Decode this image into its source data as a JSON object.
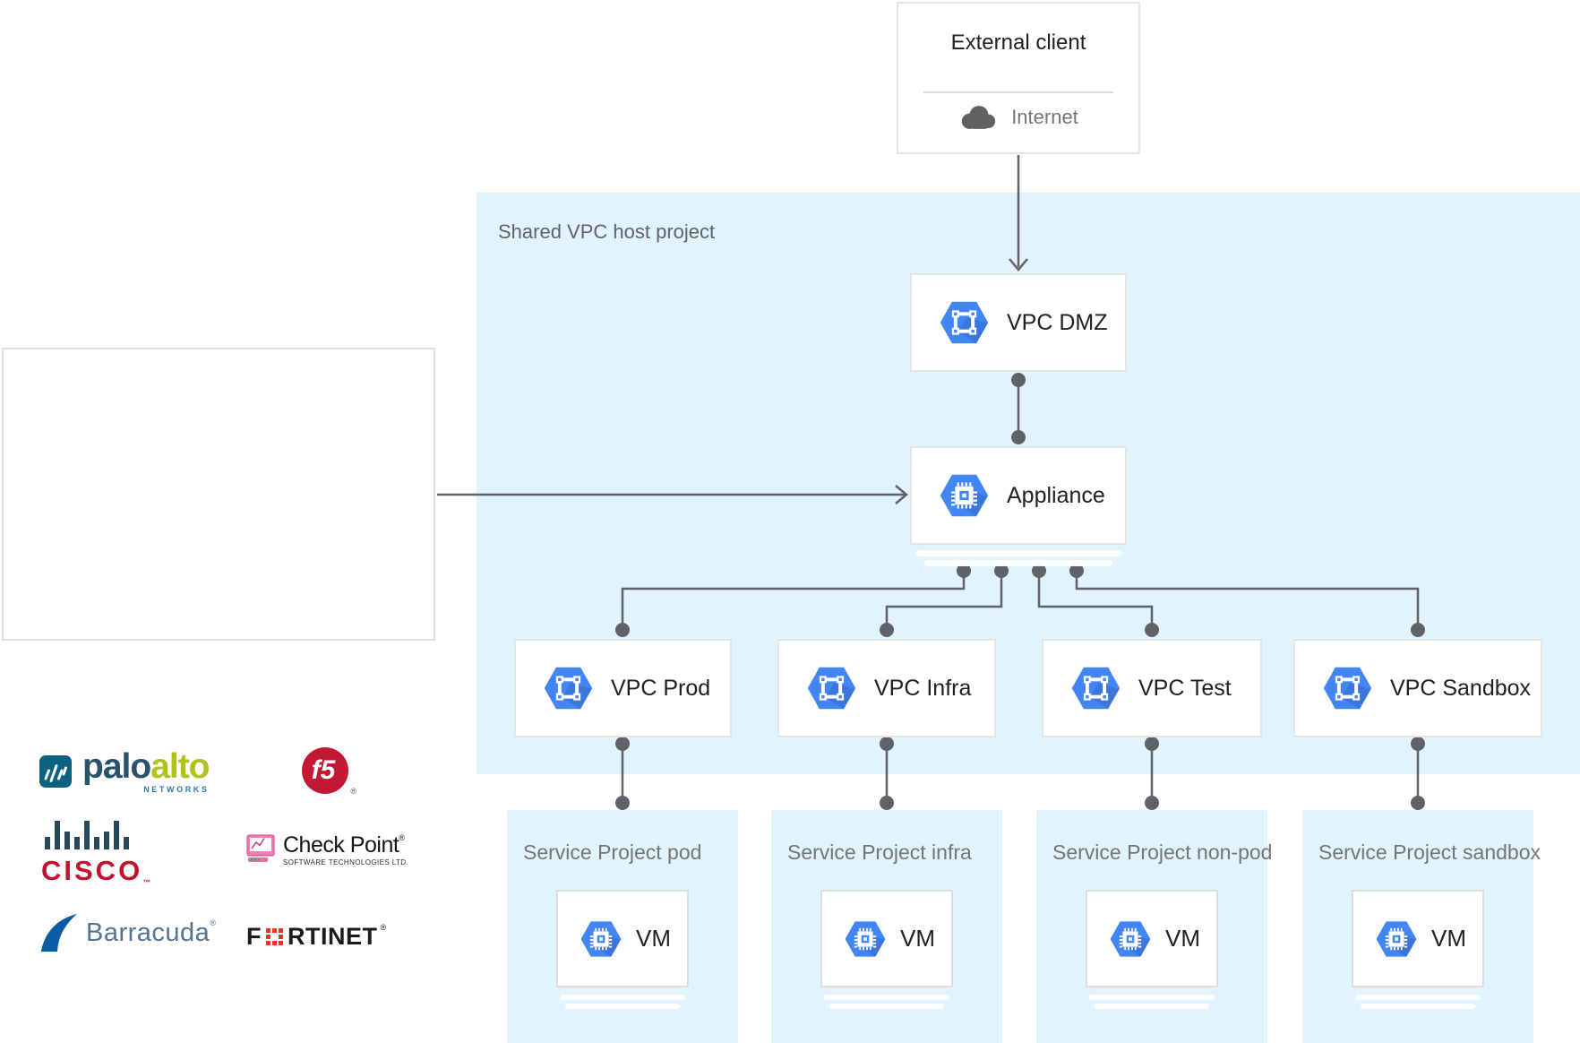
{
  "external_client": {
    "title": "External client",
    "network_label": "Internet"
  },
  "host_project": {
    "label": "Shared VPC host project"
  },
  "nodes": {
    "vpc_dmz": "VPC DMZ",
    "appliance": "Appliance",
    "vpc_prod": "VPC Prod",
    "vpc_infra": "VPC Infra",
    "vpc_test": "VPC Test",
    "vpc_sandbox": "VPC Sandbox"
  },
  "service_projects": [
    {
      "label": "Service Project pod",
      "vm": "VM"
    },
    {
      "label": "Service Project infra",
      "vm": "VM"
    },
    {
      "label": "Service Project non-pod",
      "vm": "VM"
    },
    {
      "label": "Service Project sandbox",
      "vm": "VM"
    }
  ],
  "vendors": {
    "paloalto": {
      "word_dark": "palo",
      "word_green": "alto",
      "subtext": "NETWORKS"
    },
    "f5": {
      "mark": "f5",
      "reg": "®"
    },
    "cisco": {
      "wordmark": "CISCO",
      "tm": "™"
    },
    "checkpoint": {
      "wordmark": "Check Point",
      "reg": "®",
      "subtext": "SOFTWARE TECHNOLOGIES LTD."
    },
    "barracuda": {
      "wordmark": "Barracuda",
      "reg": "®"
    },
    "fortinet": {
      "prefix": "F",
      "suffix": "RTINET",
      "reg": "®"
    }
  },
  "colors": {
    "gcp_blue": "#4285F4",
    "host_bg": "#E1F3FC",
    "panel_bg": "#E1F3FC",
    "wire_gray": "#5F6368",
    "label_dark": "#212121",
    "label_gray": "#757575",
    "cisco_red": "#C4122E",
    "f5_red": "#C41932",
    "fortinet_red": "#EE3124",
    "paloalto_green": "#AFC31C"
  }
}
